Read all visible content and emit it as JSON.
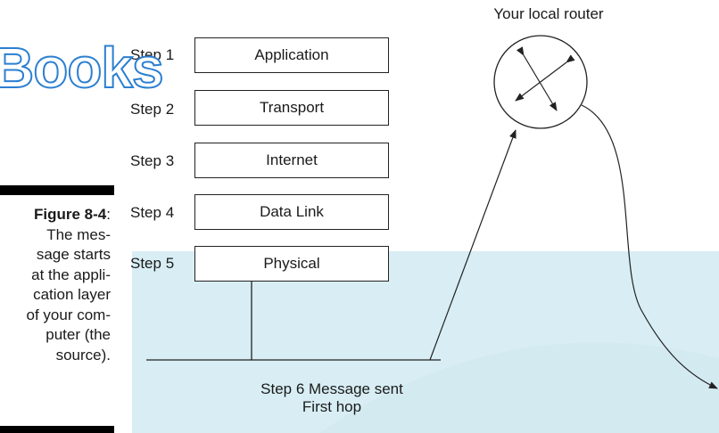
{
  "watermark": {
    "text": "Books"
  },
  "caption": {
    "figure": "Figure 8-4",
    "colon": ":",
    "lines": [
      "The mes-",
      "sage starts",
      "at the appli-",
      "cation layer",
      "of your com-",
      "puter (the",
      "source)."
    ]
  },
  "steps": [
    {
      "label": "Step 1",
      "layer": "Application"
    },
    {
      "label": "Step 2",
      "layer": "Transport"
    },
    {
      "label": "Step 3",
      "layer": "Internet"
    },
    {
      "label": "Step 4",
      "layer": "Data Link"
    },
    {
      "label": "Step 5",
      "layer": "Physical"
    }
  ],
  "router": {
    "title": "Your local router"
  },
  "step6": {
    "line1": "Step 6 Message sent",
    "line2": "First hop"
  },
  "colors": {
    "panel": "#d8eef4",
    "watermark_stroke": "#2b7fd1",
    "line": "#222222"
  }
}
